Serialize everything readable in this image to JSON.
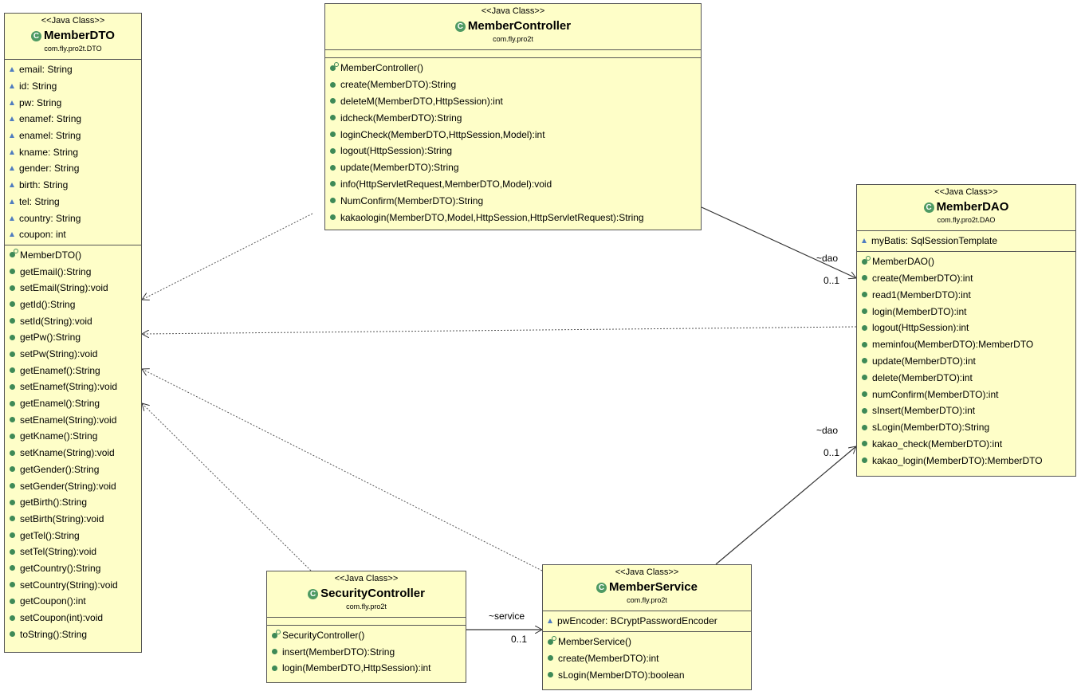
{
  "classes": {
    "dto": {
      "stereotype": "<<Java Class>>",
      "name": "MemberDTO",
      "package": "com.fly.pro2t.DTO",
      "fields": [
        "email: String",
        "id: String",
        "pw: String",
        "enamef: String",
        "enamel: String",
        "kname: String",
        "gender: String",
        "birth: String",
        "tel: String",
        "country: String",
        "coupon: int"
      ],
      "constructor": "MemberDTO()",
      "methods": [
        "getEmail():String",
        "setEmail(String):void",
        "getId():String",
        "setId(String):void",
        "getPw():String",
        "setPw(String):void",
        "getEnamef():String",
        "setEnamef(String):void",
        "getEnamel():String",
        "setEnamel(String):void",
        "getKname():String",
        "setKname(String):void",
        "getGender():String",
        "setGender(String):void",
        "getBirth():String",
        "setBirth(String):void",
        "getTel():String",
        "setTel(String):void",
        "getCountry():String",
        "setCountry(String):void",
        "getCoupon():int",
        "setCoupon(int):void",
        "toString():String"
      ]
    },
    "controller": {
      "stereotype": "<<Java Class>>",
      "name": "MemberController",
      "package": "com.fly.pro2t",
      "fields": [],
      "constructor": "MemberController()",
      "methods": [
        "create(MemberDTO):String",
        "deleteM(MemberDTO,HttpSession):int",
        "idcheck(MemberDTO):String",
        "loginCheck(MemberDTO,HttpSession,Model):int",
        "logout(HttpSession):String",
        "update(MemberDTO):String",
        "info(HttpServletRequest,MemberDTO,Model):void",
        "NumConfirm(MemberDTO):String",
        "kakaologin(MemberDTO,Model,HttpSession,HttpServletRequest):String"
      ]
    },
    "dao": {
      "stereotype": "<<Java Class>>",
      "name": "MemberDAO",
      "package": "com.fly.pro2t.DAO",
      "fields": [
        "myBatis: SqlSessionTemplate"
      ],
      "constructor": "MemberDAO()",
      "methods": [
        "create(MemberDTO):int",
        "read1(MemberDTO):int",
        "login(MemberDTO):int",
        "logout(HttpSession):int",
        "meminfou(MemberDTO):MemberDTO",
        "update(MemberDTO):int",
        "delete(MemberDTO):int",
        "numConfirm(MemberDTO):int",
        "sInsert(MemberDTO):int",
        "sLogin(MemberDTO):String",
        "kakao_check(MemberDTO):int",
        "kakao_login(MemberDTO):MemberDTO"
      ]
    },
    "security": {
      "stereotype": "<<Java Class>>",
      "name": "SecurityController",
      "package": "com.fly.pro2t",
      "fields": [],
      "constructor": "SecurityController()",
      "methods": [
        "insert(MemberDTO):String",
        "login(MemberDTO,HttpSession):int"
      ]
    },
    "service": {
      "stereotype": "<<Java Class>>",
      "name": "MemberService",
      "package": "com.fly.pro2t",
      "fields": [
        "pwEncoder: BCryptPasswordEncoder"
      ],
      "constructor": "MemberService()",
      "methods": [
        "create(MemberDTO):int",
        "sLogin(MemberDTO):boolean"
      ]
    }
  },
  "associations": {
    "controller_dao": {
      "role": "~dao",
      "multiplicity": "0..1"
    },
    "service_dao": {
      "role": "~dao",
      "multiplicity": "0..1"
    },
    "security_service": {
      "role": "~service",
      "multiplicity": "0..1"
    }
  },
  "colors": {
    "class_fill": "#fefec8",
    "border": "#555555",
    "class_icon": "#4e9a63",
    "field_icon": "#4f7cc0",
    "method_icon": "#3e8a57"
  }
}
